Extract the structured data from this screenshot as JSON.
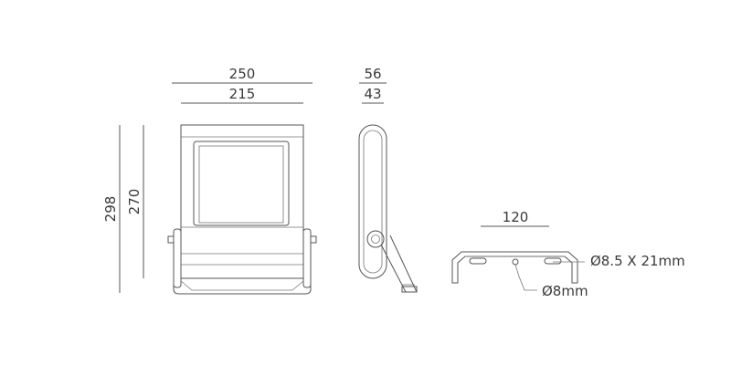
{
  "front_view": {
    "width_outer": "250",
    "width_inner": "215",
    "height_outer": "298",
    "height_inner": "270"
  },
  "side_view": {
    "depth_outer": "56",
    "depth_inner": "43"
  },
  "bracket_view": {
    "width": "120",
    "slot_label": "Ø8.5 X 21mm",
    "hole_label": "Ø8mm"
  },
  "colors": {
    "line": "#555555",
    "text": "#3a3a3a"
  }
}
